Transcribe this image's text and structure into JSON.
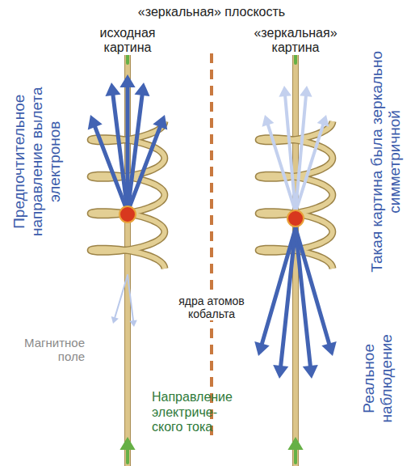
{
  "diagram": {
    "title": "«зеркальная» плоскость",
    "labels": [
      "исходная картина",
      "«зеркальная» картина",
      "Предпочтительное направление вылета электронов",
      "Такая картина была зеркально симметричной",
      "ядра атомов кобальта",
      "Реальное наблюдение",
      "Магнитное поле",
      "Направление электриче- ского тока"
    ]
  }
}
